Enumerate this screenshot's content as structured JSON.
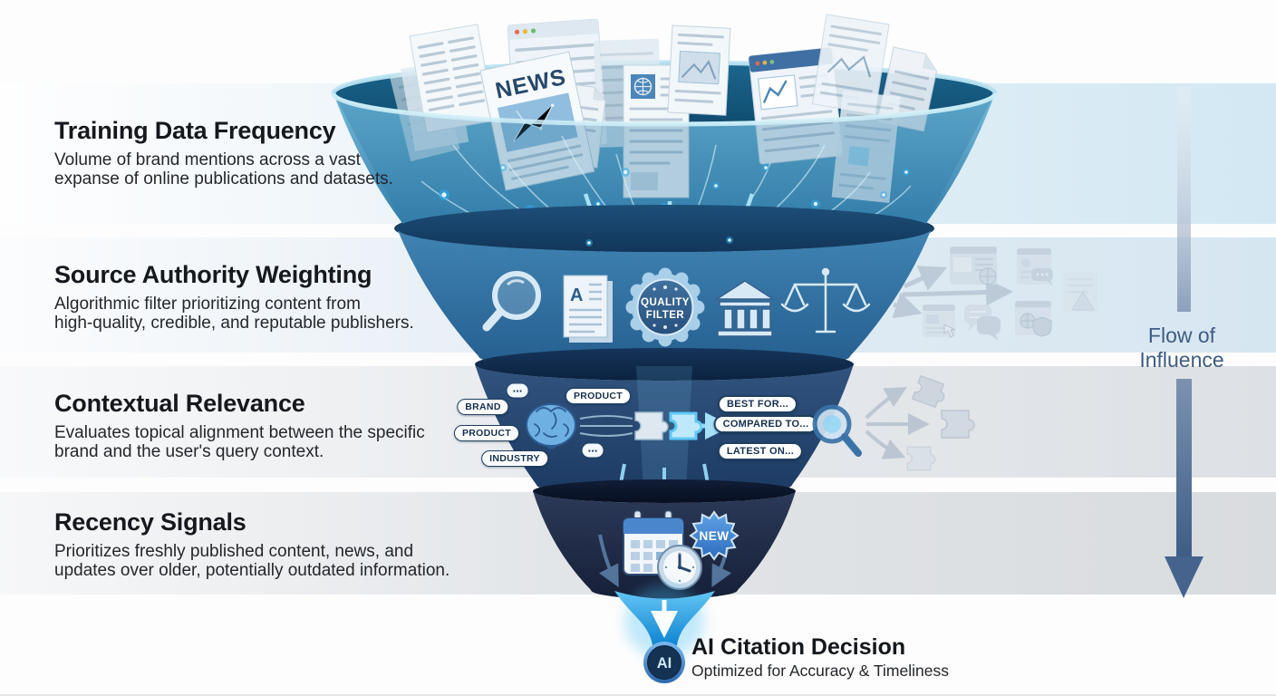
{
  "sections": [
    {
      "title": "Training Data Frequency",
      "lines": [
        "Volume of brand mentions across a vast",
        "expanse of online publications and datasets."
      ]
    },
    {
      "title": "Source Authority Weighting",
      "lines": [
        "Algorithmic filter prioritizing content from",
        "high-quality, credible, and reputable publishers."
      ]
    },
    {
      "title": "Contextual Relevance",
      "lines": [
        "Evaluates topical alignment between the specific",
        "brand and the user's query context."
      ]
    },
    {
      "title": "Recency Signals",
      "lines": [
        "Prioritizes freshly published content, news, and",
        "updates over older, potentially outdated information."
      ]
    }
  ],
  "funnel": {
    "tier1": {
      "news_label": "NEWS",
      "icons": [
        "document-icon",
        "browser-window-icon",
        "newspaper-icon",
        "globe-article-icon",
        "image-article-icon",
        "chart-browser-icon"
      ]
    },
    "tier2": {
      "badge_line1": "QUALITY",
      "badge_line2": "FILTER",
      "doc_letter": "A",
      "icons": [
        "magnifier-icon",
        "article-a-icon",
        "quality-filter-badge",
        "bank-icon",
        "scales-icon"
      ]
    },
    "tier3": {
      "left_pills": [
        "BRAND",
        "PRODUCT",
        "INDUSTRY"
      ],
      "top_pill": "PRODUCT",
      "query_pills": [
        "BEST FOR...",
        "COMPARED TO...",
        "LATEST ON..."
      ],
      "ellipsis": "...",
      "icons": [
        "brain-icon",
        "puzzle-piece-icon",
        "puzzle-piece-glow-icon",
        "magnifier-icon"
      ]
    },
    "tier4": {
      "new_badge": "NEW",
      "icons": [
        "calendar-icon",
        "clock-icon",
        "new-starburst-badge"
      ]
    }
  },
  "rejected": {
    "tier2_icons": [
      "browser-globe-icon",
      "browser-chat-icon",
      "doc-warning-icon",
      "browser-hand-icon",
      "chat-bubbles-icon",
      "browser-shield-icon"
    ],
    "tier3_icons": [
      "puzzle-piece-icon",
      "puzzle-piece-icon",
      "puzzle-piece-icon"
    ]
  },
  "flow_arrow": {
    "line1": "Flow of",
    "line2": "Influence"
  },
  "result": {
    "badge": "AI",
    "title": "AI Citation Decision",
    "subtitle": "Optimized for Accuracy & Timeliness"
  },
  "colors": {
    "funnel_top": "#4792bd",
    "funnel_mid": "#3c7fae",
    "funnel_deep": "#2b4a74",
    "funnel_dark": "#242f4a",
    "accent_cyan": "#49c0f5",
    "flow_arrow": "#45638d",
    "band_blue": "#d3e8f3",
    "band_gray": "#dcdfe2"
  }
}
